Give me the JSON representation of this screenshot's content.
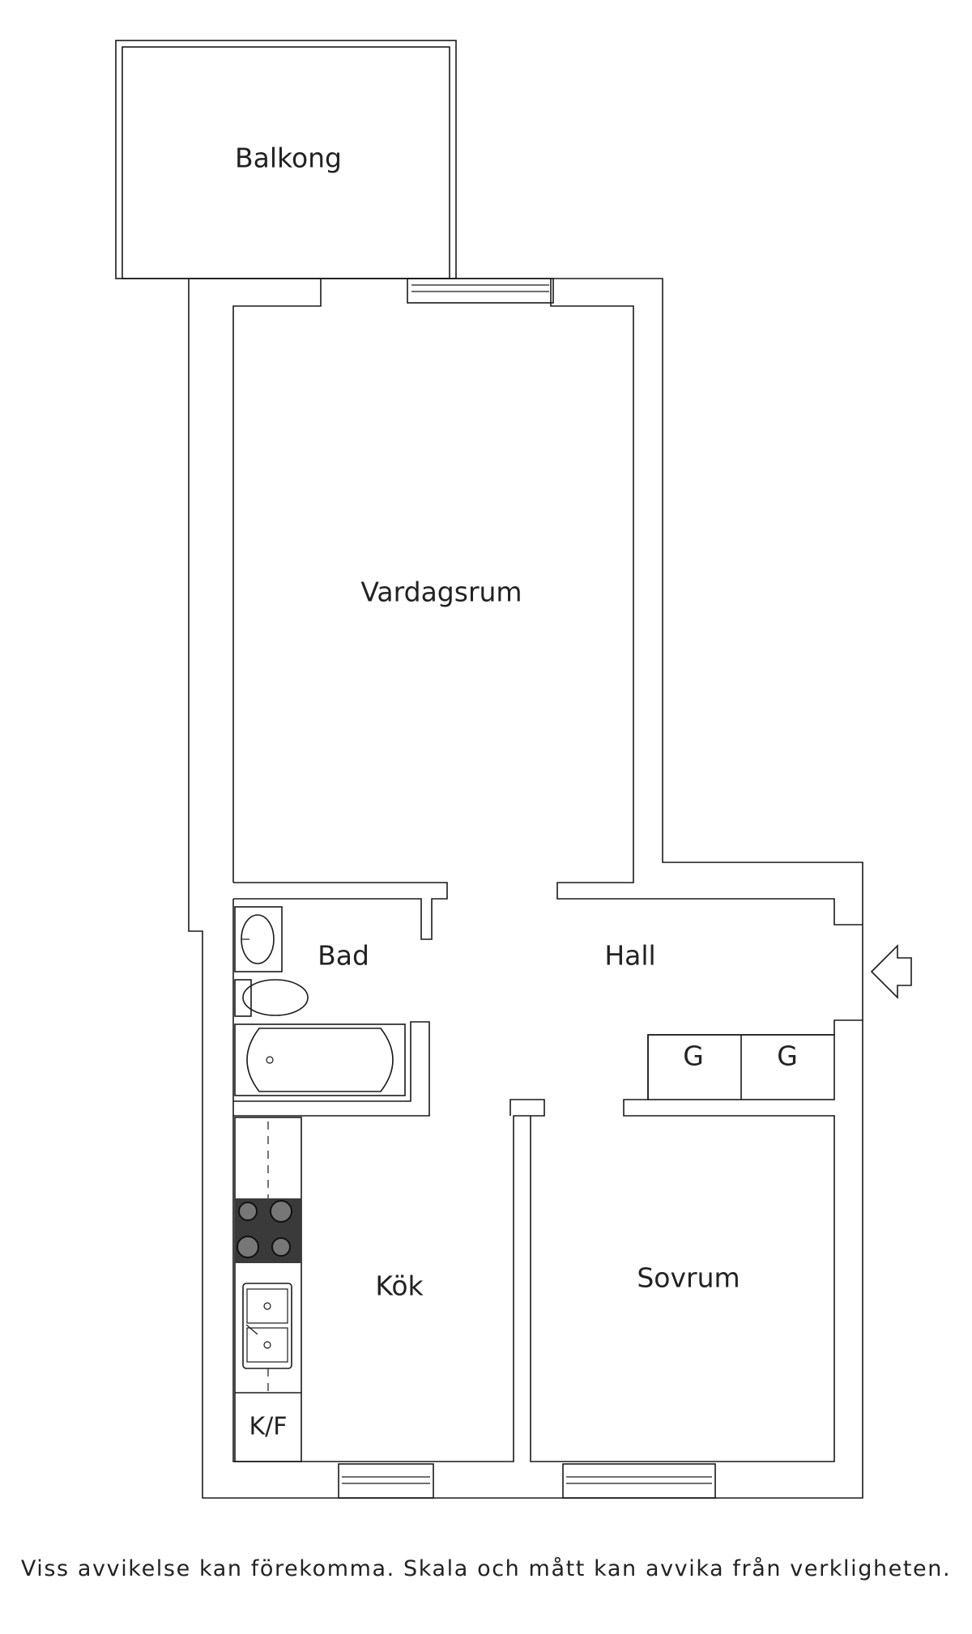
{
  "rooms": {
    "balkong": "Balkong",
    "vardagsrum": "Vardagsrum",
    "bad": "Bad",
    "hall": "Hall",
    "kok": "Kök",
    "sovrum": "Sovrum"
  },
  "fixtures": {
    "garderob_1": "G",
    "garderob_2": "G",
    "kyl_frys": "K/F"
  },
  "disclaimer": "Viss avvikelse kan förekomma. Skala och mått kan avvika från verkligheten."
}
